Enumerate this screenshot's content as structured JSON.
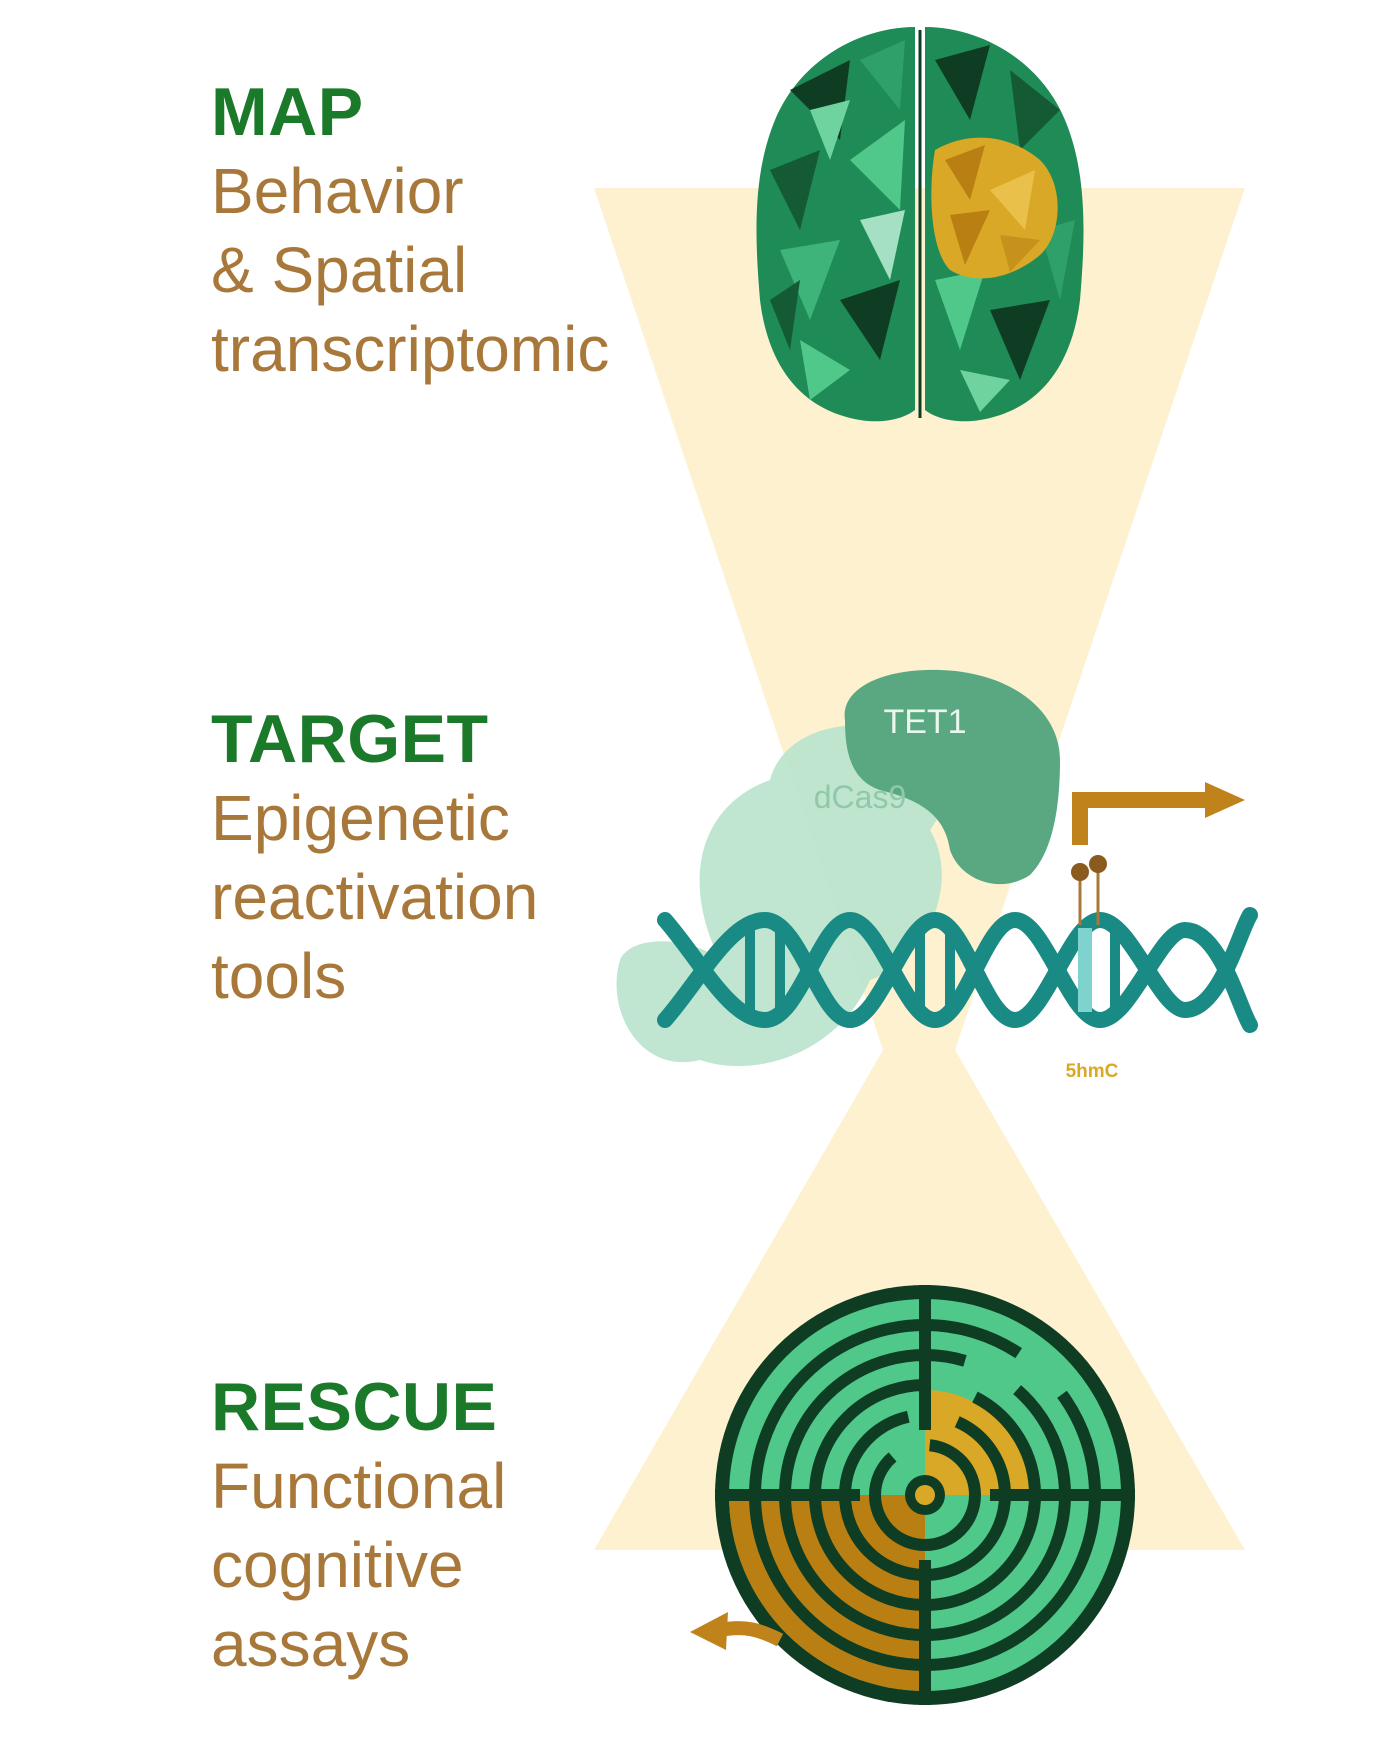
{
  "colors": {
    "heading": "#1b7a2a",
    "body": "#a8783a",
    "funnel": "#fdf1cf",
    "green_dark": "#0f3d24",
    "green_mid": "#1f8b57",
    "green_light": "#4fc88a",
    "gold": "#d9a826",
    "gold_dark": "#b97f12",
    "teal": "#1a8a84",
    "teal_light": "#7fd3cf",
    "arrow": "#c0821a",
    "tet1": "#5aa882",
    "dcas9": "#b9e3cd"
  },
  "steps": [
    {
      "heading": "MAP",
      "lines": [
        "Behavior",
        "& Spatial",
        "transcriptomic"
      ],
      "icon": "brain-icon"
    },
    {
      "heading": "TARGET",
      "lines": [
        "Epigenetic",
        "reactivation",
        "tools"
      ],
      "icon": "crispr-dna-icon"
    },
    {
      "heading": "RESCUE",
      "lines": [
        "Functional",
        "cognitive",
        "assays"
      ],
      "icon": "labyrinth-maze-icon"
    }
  ],
  "diagram_labels": {
    "tet1": "TET1",
    "dcas9": "dCas9",
    "mark": "5hmC"
  }
}
